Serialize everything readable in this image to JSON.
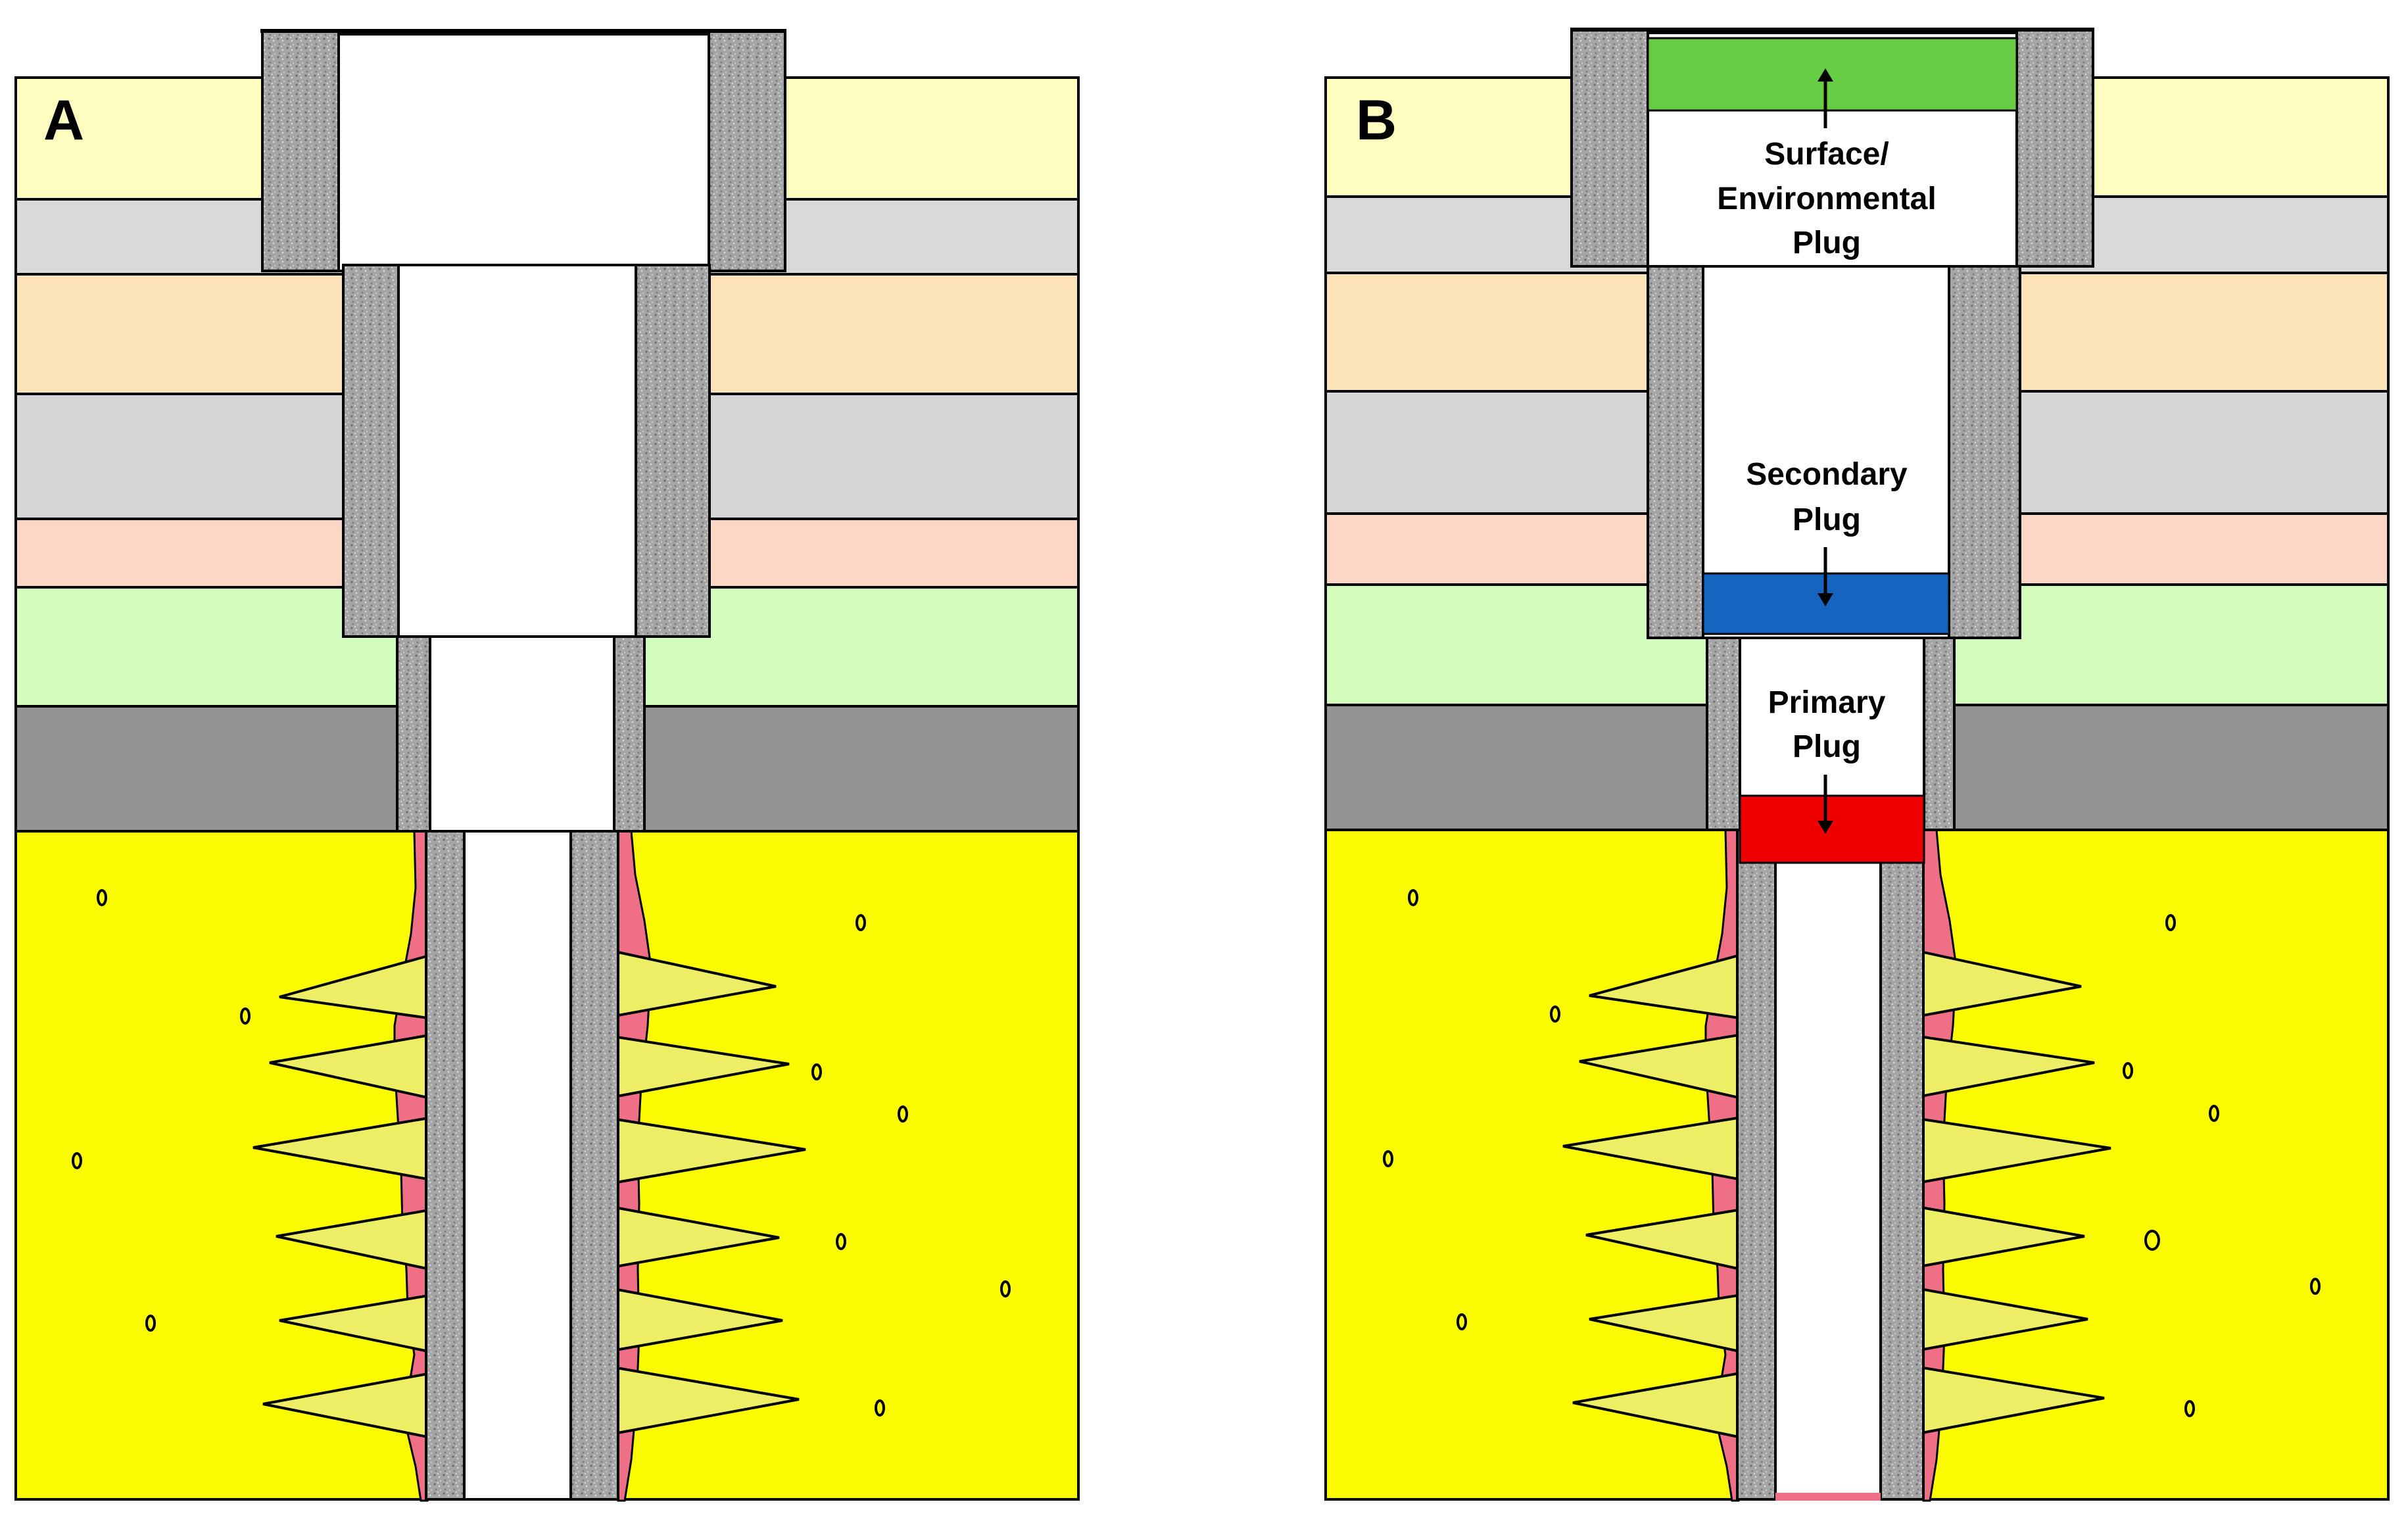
{
  "panel_a": {
    "letter": "A"
  },
  "panel_b": {
    "letter": "B",
    "plugs": {
      "surface": {
        "line1": "Surface/",
        "line2": "Environmental",
        "line3": "Plug",
        "color": "#66cc44"
      },
      "secondary": {
        "line1": "Secondary",
        "line2": "Plug",
        "color": "#1565c0"
      },
      "primary": {
        "line1": "Primary",
        "line2": "Plug",
        "color": "#ee0000"
      }
    }
  },
  "colors": {
    "layer_cream": "#fdfdc0",
    "layer_lightgray": "#d9d9d9",
    "layer_peach": "#fde4b8",
    "layer_gray": "#d6d6d6",
    "layer_salmon": "#fdd6c6",
    "layer_green": "#d3fdbd",
    "layer_darkgray": "#939393",
    "reservoir": "#fafa00",
    "cement": "#a9a9a9",
    "fracture": "#eeee66",
    "pink_cement": "#ef6f86"
  }
}
